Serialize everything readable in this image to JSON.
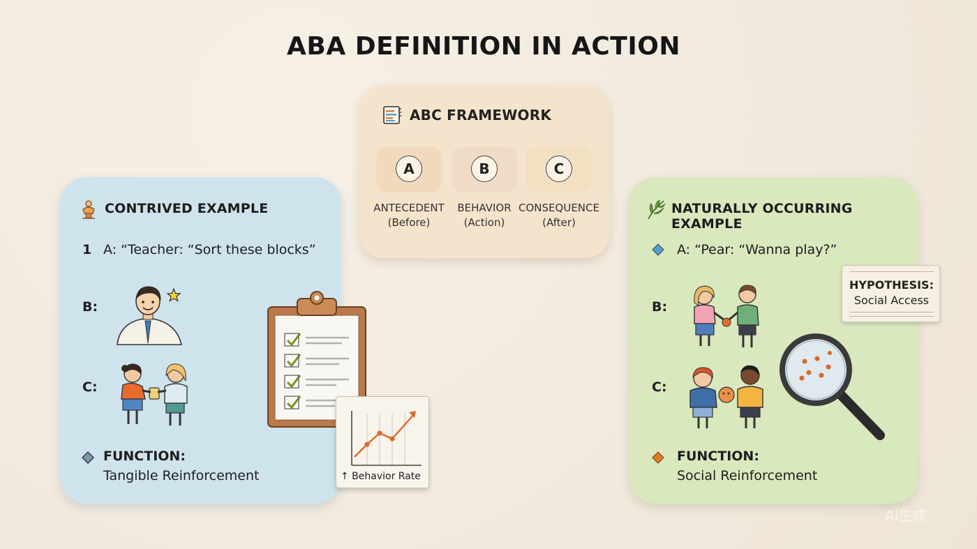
{
  "title": "ABA DEFINITION IN ACTION",
  "framework": {
    "title": "ABC FRAMEWORK",
    "icon": "notebook-icon",
    "items": [
      {
        "letter": "A",
        "label": "ANTECEDENT",
        "sub": "(Before)",
        "color": "#f1d9bd"
      },
      {
        "letter": "B",
        "label": "BEHAVIOR",
        "sub": "(Action)",
        "color": "#f0dcc6"
      },
      {
        "letter": "C",
        "label": "CONSEQUENCE",
        "sub": "(After)",
        "color": "#f2e0c2"
      }
    ]
  },
  "contrived": {
    "title": "CONTRIVED EXAMPLE",
    "icon": "award-icon",
    "a_marker": "1",
    "a_text": "A: “Teacher: “Sort these blocks”",
    "b_label": "B:",
    "c_label": "C:",
    "function_label": "FUNCTION:",
    "function_value": "Tangible Reinforcement",
    "chart_caption": "↑ Behavior Rate",
    "color": "#cfe3ed"
  },
  "natural": {
    "title": "NATURALLY OCCURRING EXAMPLE",
    "icon": "leaf-icon",
    "a_text": "A: “Pear: “Wanna play?”",
    "b_label": "B:",
    "c_label": "C:",
    "function_label": "FUNCTION:",
    "function_value": "Social Reinforcement",
    "hypothesis_label": "HYPOTHESIS:",
    "hypothesis_value": "Social Access",
    "color": "#d9e8bd"
  },
  "colors": {
    "background": "#f3ece1",
    "accent_orange": "#d9692a",
    "diamond_blue": "#5b9bc7",
    "diamond_gray": "#7a9aa8",
    "check_green": "#7d8f1f"
  },
  "watermark": "AI生成"
}
